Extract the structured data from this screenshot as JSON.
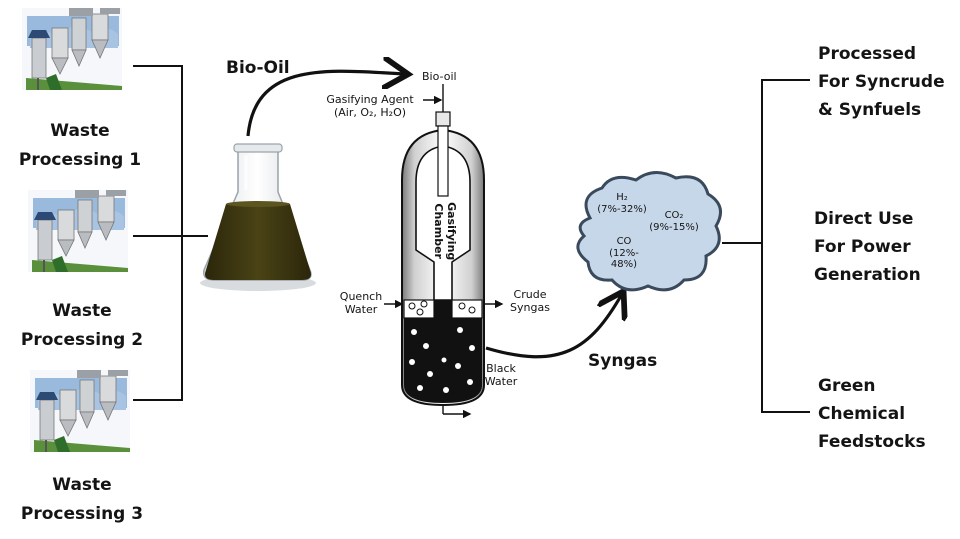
{
  "waste_sources": [
    {
      "line1": "Waste",
      "line2": "Processing 1"
    },
    {
      "line1": "Waste",
      "line2": "Processing 2"
    },
    {
      "line1": "Waste",
      "line2": "Processing 3"
    }
  ],
  "bio_oil_label": "Bio-Oil",
  "gasifier": {
    "bio_oil_input": "Bio-oil",
    "agent_line1": "Gasifying Agent",
    "agent_line2": "(Air, O₂, H₂O)",
    "chamber_line1": "Gasifying",
    "chamber_line2": "Chamber",
    "quench_line1": "Quench",
    "quench_line2": "Water",
    "crude_line1": "Crude",
    "crude_line2": "Syngas",
    "black_line1": "Black",
    "black_line2": "Water"
  },
  "syngas_label": "Syngas",
  "syngas_composition": {
    "h2_name": "H₂",
    "h2_range": "(7%-32%)",
    "co2_name": "CO₂",
    "co2_range": "(9%-15%)",
    "co_name": "CO",
    "co_range_line1": "(12%-",
    "co_range_line2": "48%)"
  },
  "outputs": [
    {
      "lines": [
        "Processed",
        "For Syncrude",
        "& Synfuels"
      ]
    },
    {
      "lines": [
        "Direct Use",
        "For Power",
        "Generation"
      ]
    },
    {
      "lines": [
        "Green",
        "Chemical",
        "Feedstocks"
      ]
    }
  ],
  "colors": {
    "bio_oil_liquid": "#3a3410",
    "sky_blue": "#8fb3d9",
    "cloud_fill": "#c7d7ea",
    "cloud_stroke": "#3a4a5c",
    "grass_green": "#5a8f3c",
    "machine_gray": "#c9ccd0"
  }
}
